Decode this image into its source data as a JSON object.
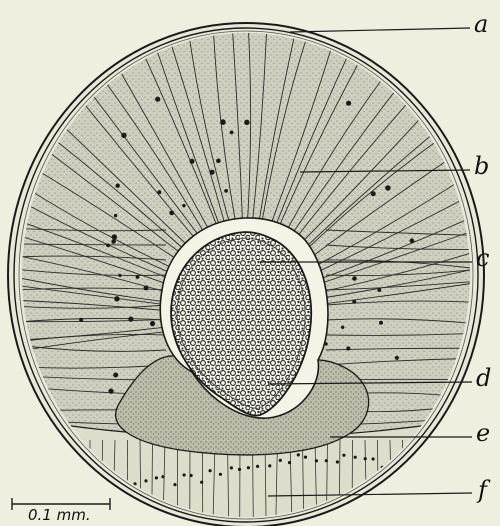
{
  "labels": {
    "a": "a",
    "b": "b",
    "c": "c",
    "d": "d",
    "e": "e",
    "f": "f"
  },
  "scale_bar": {
    "text": "0.1 mm."
  },
  "colors": {
    "background": "#efefe0",
    "ink": "#1a1a1a",
    "cytoplasm": "#c9c9b8",
    "yolk_mass": "#b4b4a2",
    "cavity": "#f4f4e6"
  }
}
